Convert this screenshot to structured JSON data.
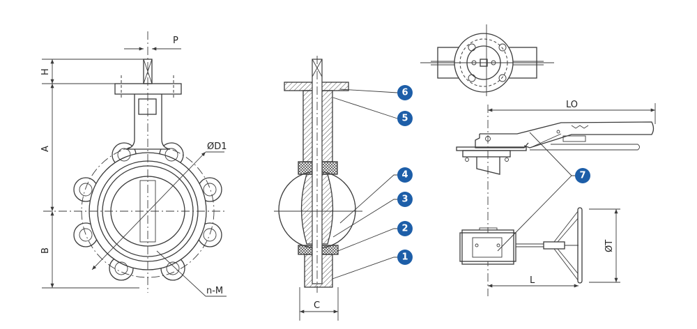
{
  "title": "Lug butterfly valve dimension drawing",
  "colors": {
    "badge": "#1d5ea8",
    "line": "#3a3a3a"
  },
  "dimensions": {
    "p": "P",
    "h": "H",
    "a": "A",
    "b": "B",
    "d1": "ØD1",
    "nm": "n-M",
    "c": "C",
    "lo": "LO",
    "l": "L",
    "t": "ØT"
  },
  "parts": [
    "1",
    "2",
    "3",
    "4",
    "5",
    "6",
    "7"
  ]
}
